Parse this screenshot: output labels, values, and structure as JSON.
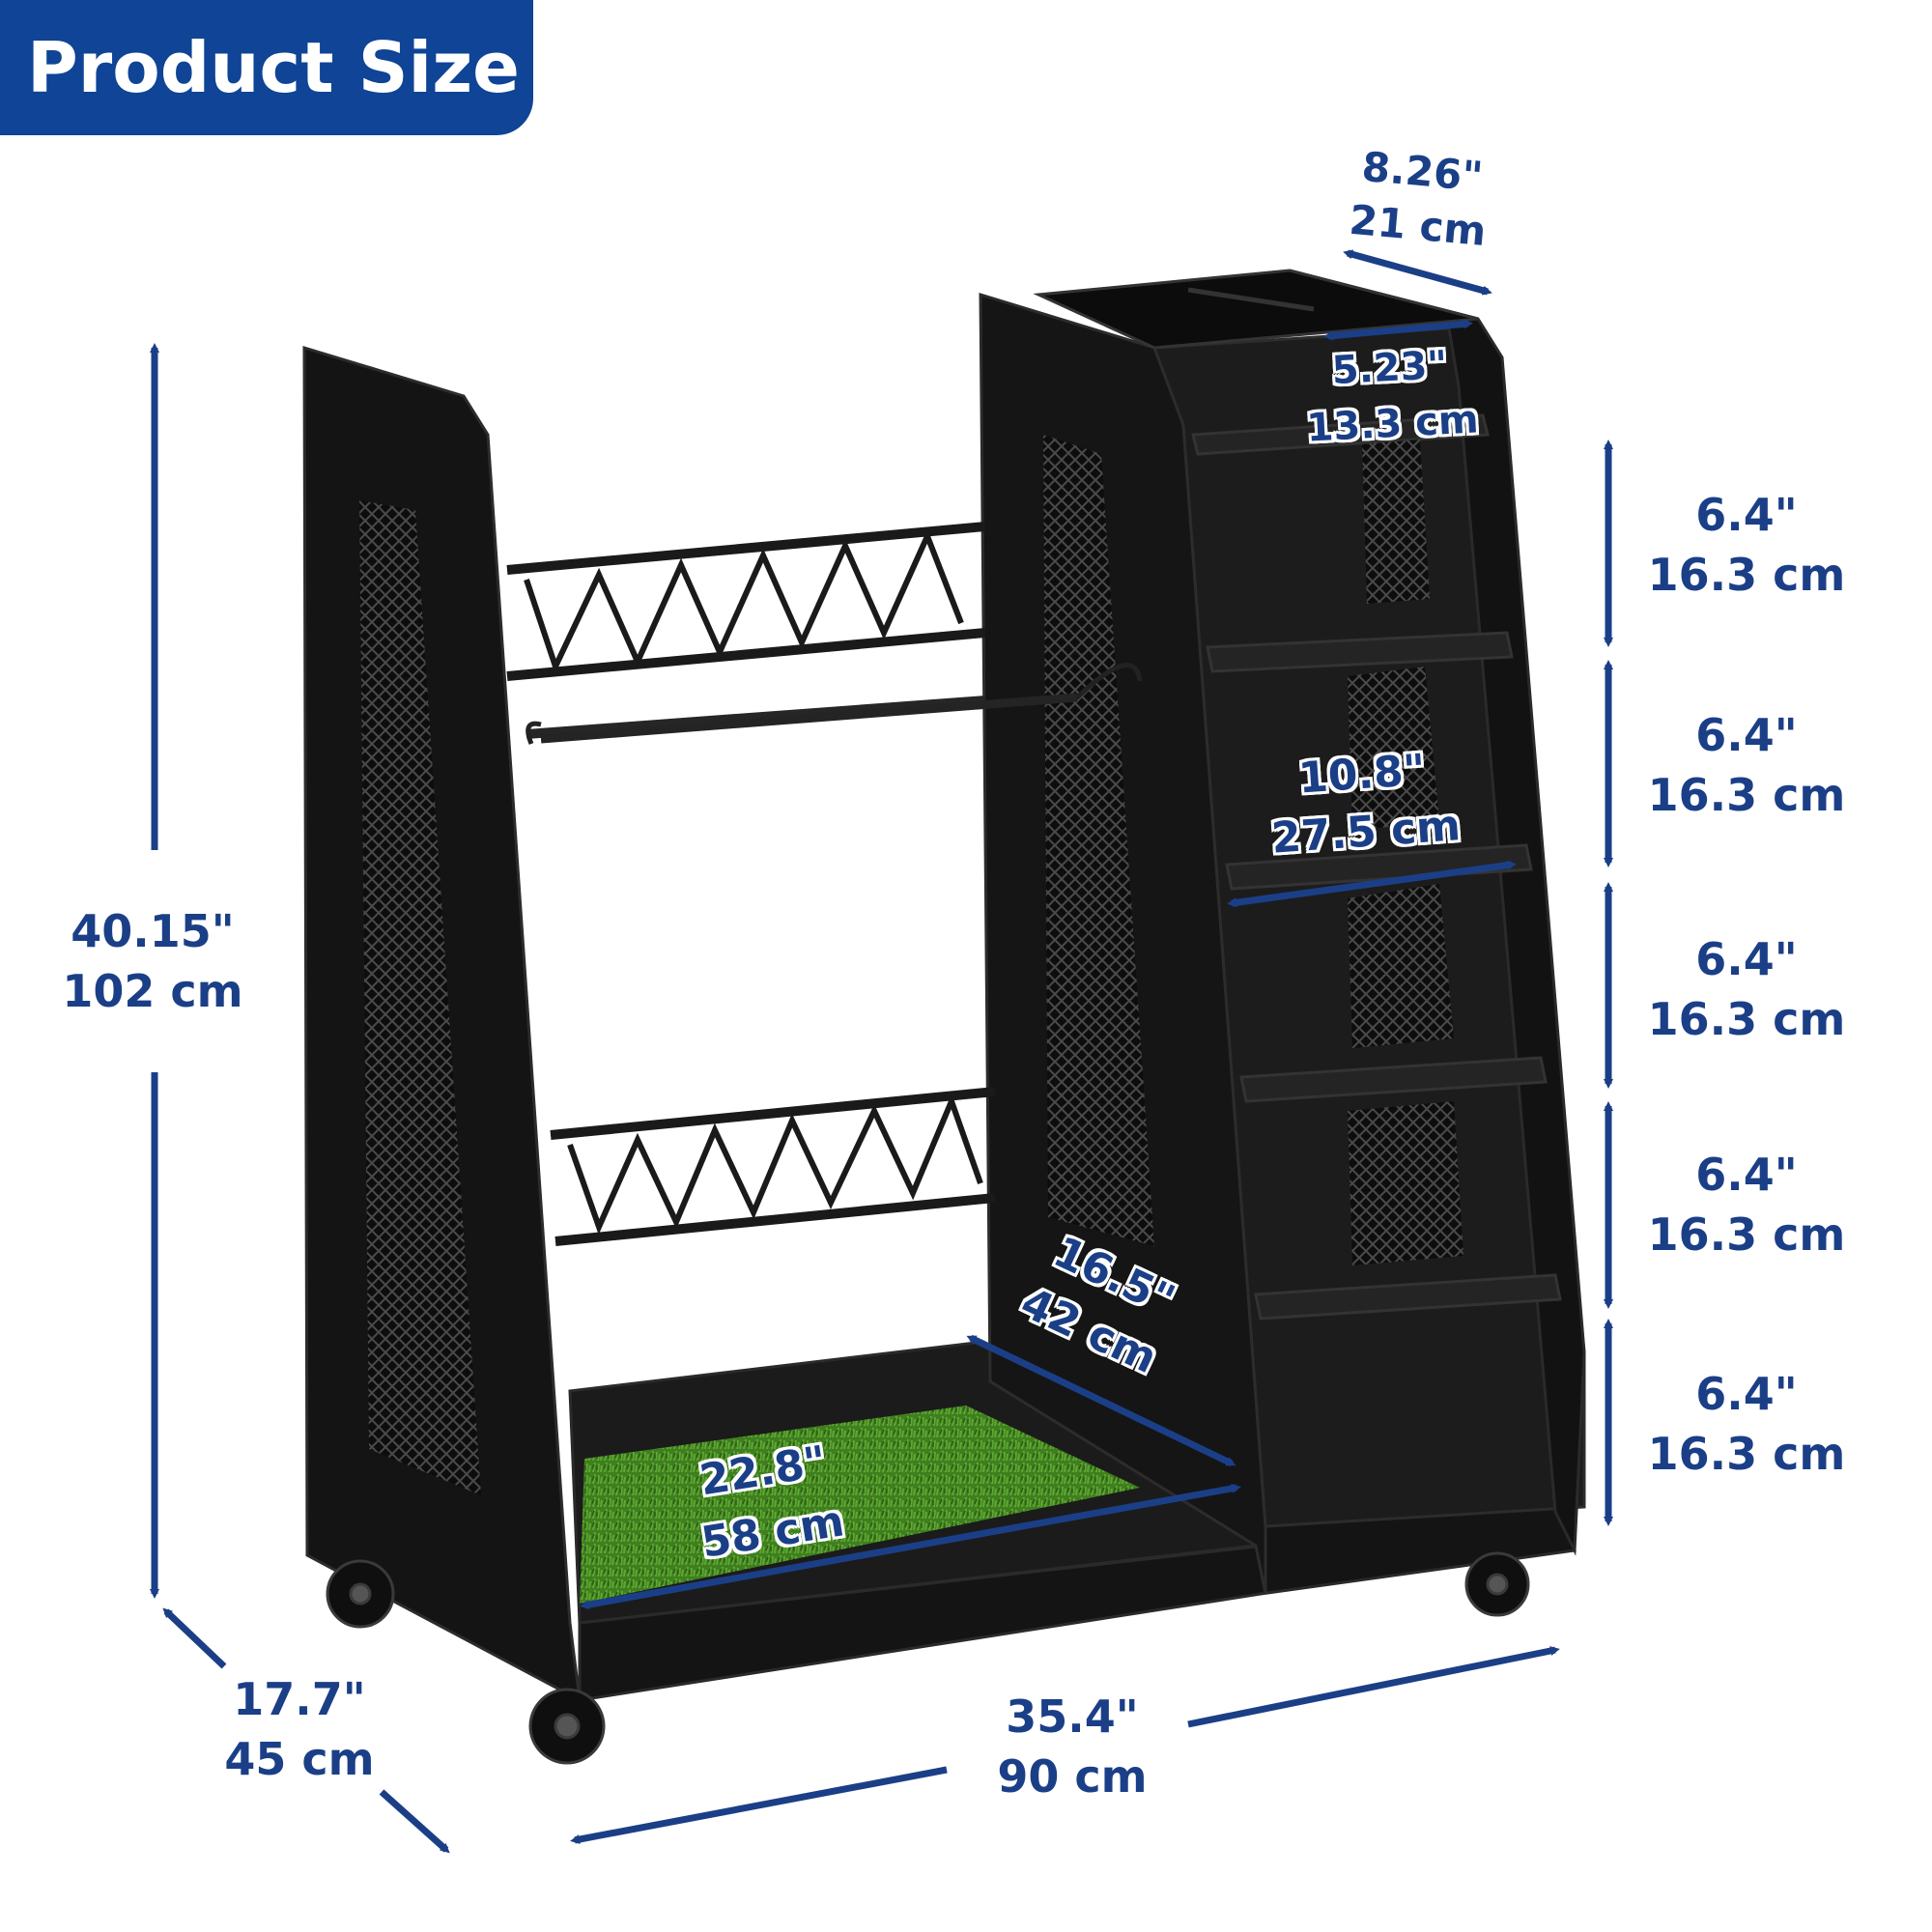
{
  "badge": {
    "title": "Product Size"
  },
  "colors": {
    "brand_blue": "#0f4496",
    "dimension_blue": "#1b3f87",
    "product_black": "#161616",
    "turf_green": "#3f7f1f"
  },
  "dimensions": {
    "height": {
      "in": "40.15\"",
      "cm": "102 cm"
    },
    "depth": {
      "in": "17.7\"",
      "cm": "45 cm"
    },
    "width": {
      "in": "35.4\"",
      "cm": "90 cm"
    },
    "top_depth": {
      "in": "8.26\"",
      "cm": "21 cm"
    },
    "top_compartment": {
      "in": "5.23\"",
      "cm": "13.3 cm"
    },
    "shelf_width": {
      "in": "10.8\"",
      "cm": "27.5 cm"
    },
    "base_depth": {
      "in": "16.5\"",
      "cm": "42 cm"
    },
    "base_width": {
      "in": "22.8\"",
      "cm": "58 cm"
    },
    "shelf_heights": [
      {
        "in": "6.4\"",
        "cm": "16.3 cm"
      },
      {
        "in": "6.4\"",
        "cm": "16.3 cm"
      },
      {
        "in": "6.4\"",
        "cm": "16.3 cm"
      },
      {
        "in": "6.4\"",
        "cm": "16.3 cm"
      },
      {
        "in": "6.4\"",
        "cm": "16.3 cm"
      }
    ]
  }
}
